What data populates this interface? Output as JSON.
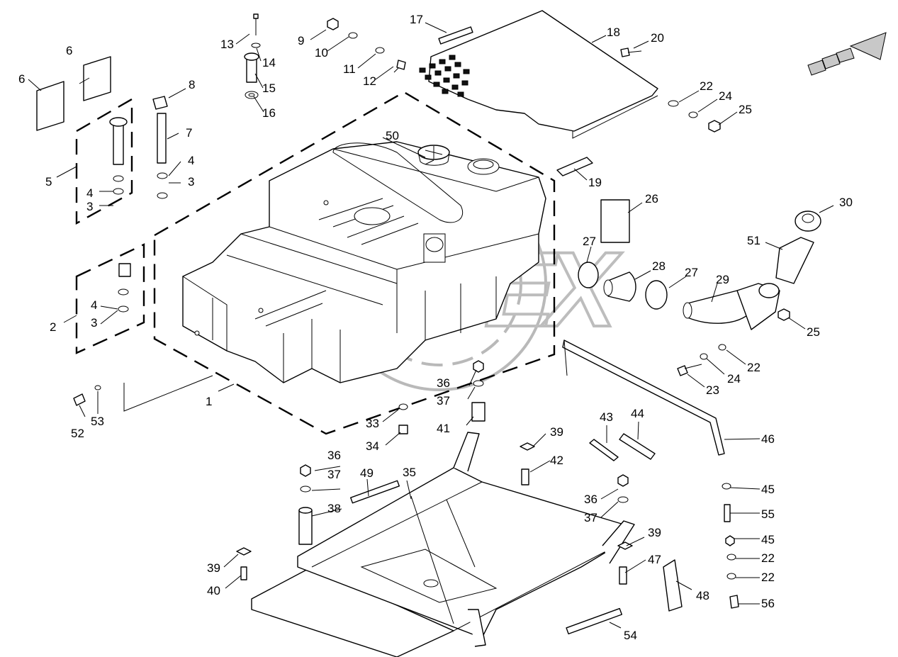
{
  "diagram": {
    "callouts": [
      "1",
      "2",
      "3",
      "3",
      "3",
      "4",
      "4",
      "4",
      "5",
      "6",
      "6",
      "7",
      "8",
      "9",
      "10",
      "11",
      "12",
      "13",
      "14",
      "15",
      "16",
      "17",
      "18",
      "19",
      "20",
      "22",
      "22",
      "22",
      "22",
      "23",
      "24",
      "24",
      "25",
      "25",
      "26",
      "27",
      "27",
      "28",
      "29",
      "30",
      "33",
      "34",
      "35",
      "36",
      "36",
      "36",
      "37",
      "37",
      "37",
      "38",
      "39",
      "39",
      "39",
      "40",
      "41",
      "42",
      "43",
      "44",
      "45",
      "45",
      "46",
      "47",
      "48",
      "49",
      "50",
      "51",
      "52",
      "53",
      "54",
      "55",
      "56"
    ],
    "watermark": "ORBEX",
    "colors": {
      "line": "#000000",
      "background": "#ffffff",
      "watermark": "#b9b9b9",
      "arrow_fill": "#c8c8c8"
    }
  }
}
